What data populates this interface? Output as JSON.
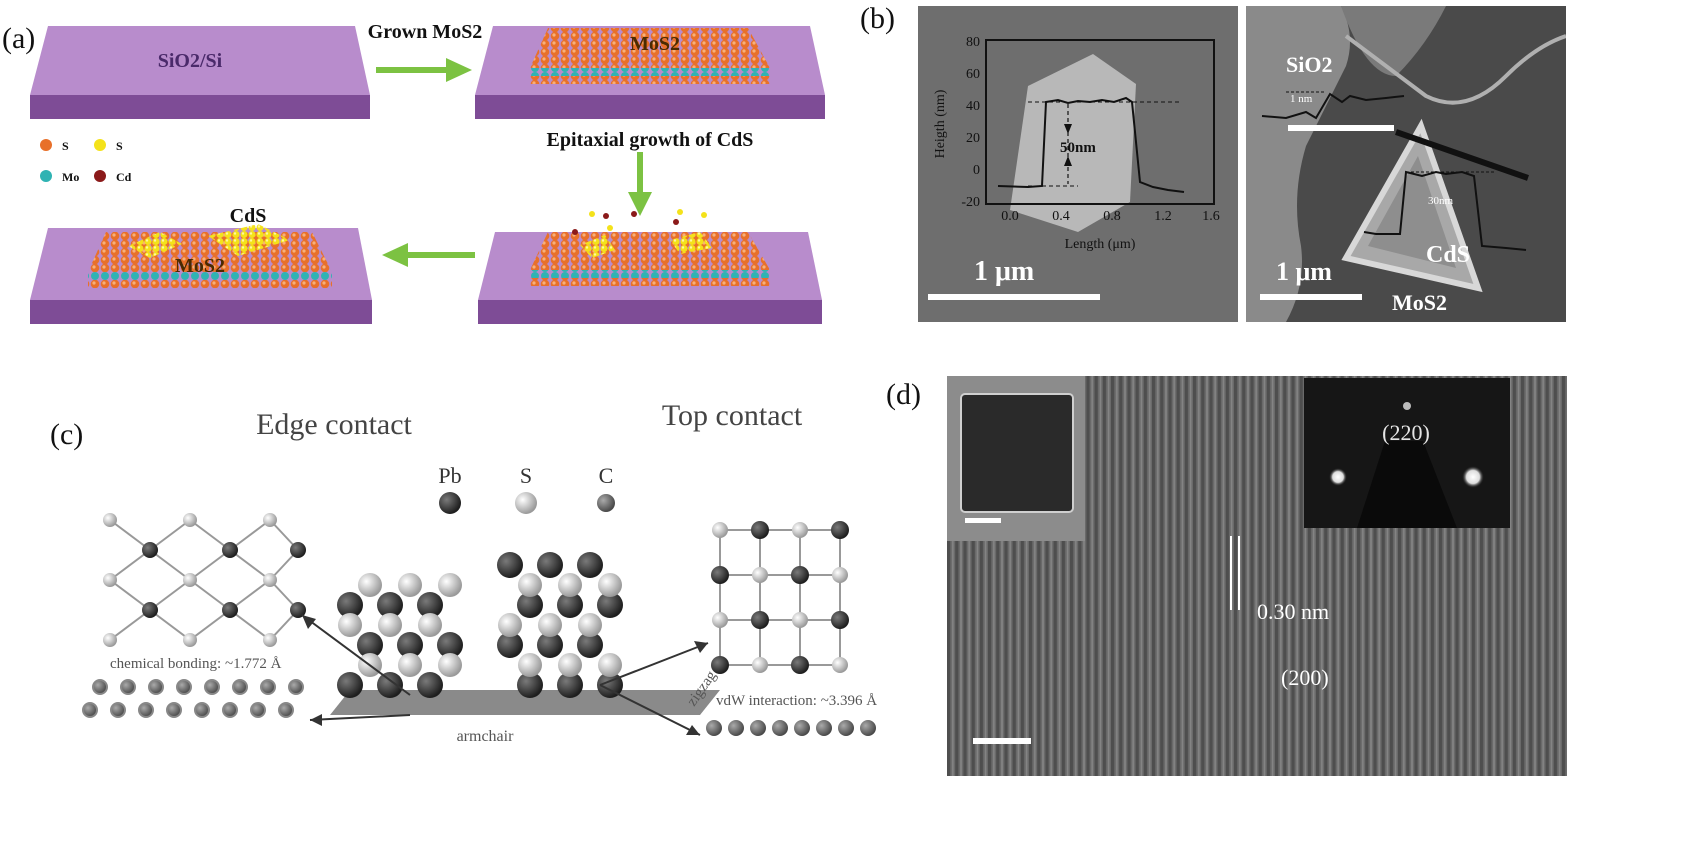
{
  "panel_a": {
    "label": "(a)",
    "substrate_label": "SiO2/Si",
    "step1_label": "Grown MoS2",
    "mos2_label": "MoS2",
    "step2_label": "Epitaxial growth of CdS",
    "cds_label": "CdS",
    "mos2_label_2": "MoS2",
    "legend": [
      {
        "label": "S",
        "color": "#e8702a"
      },
      {
        "label": "S",
        "color": "#f4e21a"
      },
      {
        "label": "Mo",
        "color": "#2fb3b3"
      },
      {
        "label": "Cd",
        "color": "#8b1a1a"
      }
    ]
  },
  "panel_b": {
    "label": "(b)",
    "left": {
      "scale_label": "1 μm",
      "step_label": "50nm",
      "y_axis_label": "Heigth (nm)",
      "x_axis_label": "Length (μm)",
      "y_ticks": [
        "80",
        "60",
        "40",
        "20",
        "0",
        "-20"
      ],
      "x_ticks": [
        "0.0",
        "0.4",
        "0.8",
        "1.2",
        "1.6"
      ]
    },
    "right": {
      "sio2_label": "SiO2",
      "one_nm_label": "1 nm",
      "thirty_nm_label": "30nm",
      "cds_label": "CdS",
      "scale_label": "1 μm",
      "mos2_label": "MoS2"
    }
  },
  "panel_c": {
    "label": "(c)",
    "edge_title": "Edge contact",
    "top_title": "Top contact",
    "legend": [
      {
        "label": "Pb",
        "color": "#3a3a3a"
      },
      {
        "label": "S",
        "color": "#cfcfcf"
      },
      {
        "label": "C",
        "color": "#6e6e6e"
      }
    ],
    "chemical_bonding": "chemical bonding: ~1.772 Å",
    "vdw_interaction": "vdW interaction: ~3.396 Å",
    "armchair": "armchair",
    "zigzag": "zigzag"
  },
  "panel_d": {
    "label": "(d)",
    "spacing_label": "0.30 nm",
    "plane_200": "(200)",
    "plane_220": "(220)"
  }
}
